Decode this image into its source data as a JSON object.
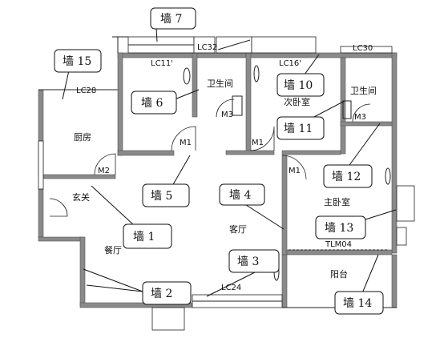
{
  "rooms": {
    "kitchen": "厨房",
    "bath_left": "卫生间",
    "bedroom_second": "次卧室",
    "bath_right": "卫生间",
    "entry": "玄关",
    "dining": "餐厅",
    "living": "客厅",
    "master_bedroom": "主卧室",
    "balcony": "阳台"
  },
  "openings": {
    "lc11": "LC11'",
    "lc32": "LC32",
    "lc16": "LC16'",
    "lc30": "LC30",
    "lc28": "LC28",
    "lc24": "LC24",
    "tlm04": "TLM04",
    "m1_a": "M1",
    "m1_b": "M1",
    "m1_c": "M1",
    "m2": "M2",
    "m3_a": "M3",
    "m3_b": "M3"
  },
  "callouts": {
    "w1": "墙 1",
    "w2": "墙 2",
    "w3": "墙 3",
    "w4": "墙 4",
    "w5": "墙 5",
    "w6": "墙 6",
    "w7": "墙 7",
    "w10": "墙 10",
    "w11": "墙 11",
    "w12": "墙 12",
    "w13": "墙 13",
    "w14": "墙 14",
    "w15": "墙 15"
  }
}
